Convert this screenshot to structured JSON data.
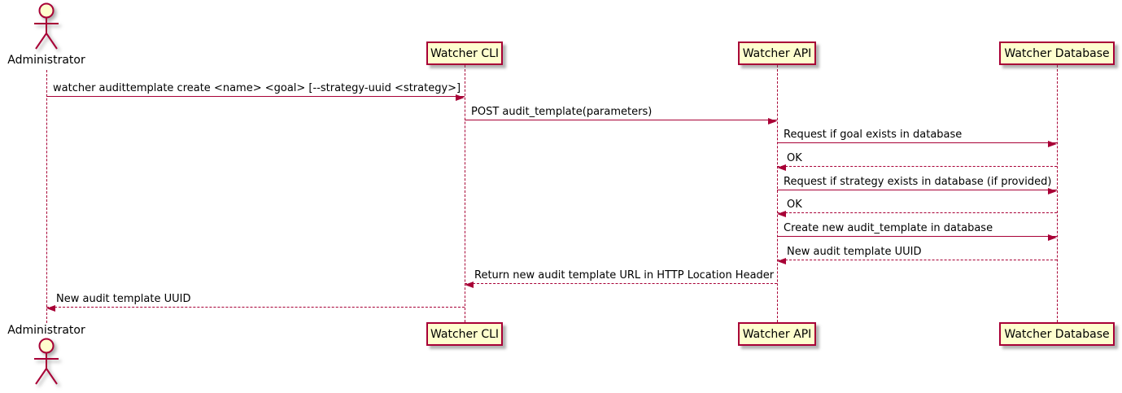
{
  "diagram": {
    "type": "uml-sequence-diagram",
    "colors": {
      "line": "#A80036",
      "participant_fill": "#FEFECE",
      "text": "#000000",
      "background": "#FFFFFF"
    },
    "actor": {
      "label": "Administrator"
    },
    "participants": [
      {
        "label": "Watcher CLI"
      },
      {
        "label": "Watcher API"
      },
      {
        "label": "Watcher Database"
      }
    ],
    "messages": [
      {
        "text": "watcher audittemplate create <name> <goal> [--strategy-uuid <strategy>]",
        "from": "Administrator",
        "to": "Watcher CLI",
        "line": "solid",
        "direction": "right"
      },
      {
        "text": "POST audit_template(parameters)",
        "from": "Watcher CLI",
        "to": "Watcher API",
        "line": "solid",
        "direction": "right"
      },
      {
        "text": "Request if goal exists in database",
        "from": "Watcher API",
        "to": "Watcher Database",
        "line": "solid",
        "direction": "right"
      },
      {
        "text": "OK",
        "from": "Watcher Database",
        "to": "Watcher API",
        "line": "dashed",
        "direction": "left"
      },
      {
        "text": "Request if strategy exists in database (if provided)",
        "from": "Watcher API",
        "to": "Watcher Database",
        "line": "solid",
        "direction": "right"
      },
      {
        "text": "OK",
        "from": "Watcher Database",
        "to": "Watcher API",
        "line": "dashed",
        "direction": "left"
      },
      {
        "text": "Create new audit_template in database",
        "from": "Watcher API",
        "to": "Watcher Database",
        "line": "solid",
        "direction": "right"
      },
      {
        "text": "New audit template UUID",
        "from": "Watcher Database",
        "to": "Watcher API",
        "line": "dashed",
        "direction": "left"
      },
      {
        "text": "Return new audit template URL in HTTP Location Header",
        "from": "Watcher API",
        "to": "Watcher CLI",
        "line": "dashed",
        "direction": "left"
      },
      {
        "text": "New audit template UUID",
        "from": "Watcher CLI",
        "to": "Administrator",
        "line": "dashed",
        "direction": "left"
      }
    ]
  }
}
